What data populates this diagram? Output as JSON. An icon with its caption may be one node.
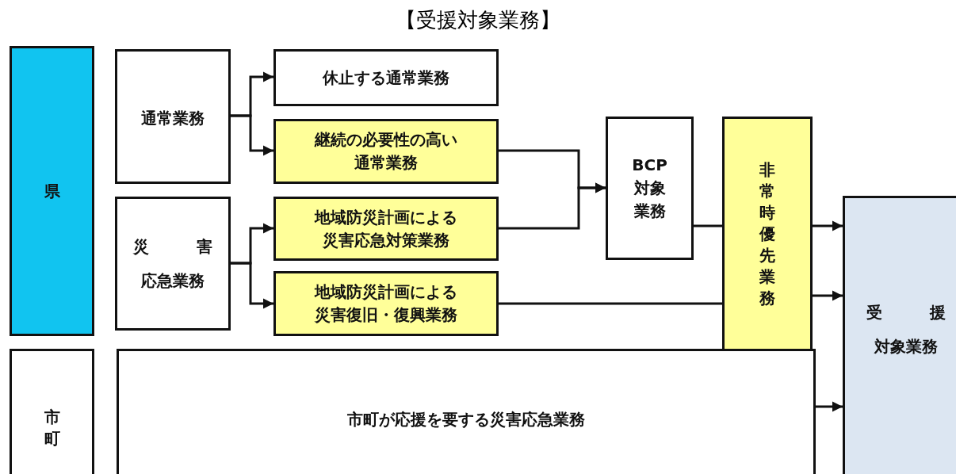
{
  "diagram": {
    "title": "【受援対象業務】",
    "nodes": [
      {
        "text": [
          "県"
        ]
      },
      {
        "text": [
          "通常業務"
        ]
      },
      {
        "text": [
          "災害応急業務"
        ]
      },
      {
        "text": [
          "休止する通常業務"
        ]
      },
      {
        "text": [
          "継続の必要性の高い通常業務"
        ]
      },
      {
        "text": [
          "地域防災計画による災害応急対策業務"
        ]
      },
      {
        "text": [
          "地域防災計画による災害復旧・復興業務"
        ]
      },
      {
        "text": [
          "BCP対象業務"
        ]
      },
      {
        "text": [
          "非常時優先業務"
        ]
      },
      {
        "text": [
          "受援対象業務"
        ]
      },
      {
        "text": [
          "市町"
        ]
      },
      {
        "text": [
          "市町が応援を要する災害応急業務"
        ]
      }
    ],
    "edges": [
      {
        "from": 1,
        "to": 3,
        "arrow": "to"
      },
      {
        "from": 1,
        "to": 4,
        "arrow": "to"
      },
      {
        "from": 2,
        "to": 5,
        "arrow": "to"
      },
      {
        "from": 2,
        "to": 6,
        "arrow": "to"
      },
      {
        "from": 4,
        "to": 7,
        "arrow": "to"
      },
      {
        "from": 5,
        "to": 7,
        "arrow": "to"
      },
      {
        "from": 7,
        "to": 8,
        "arrow": "none"
      },
      {
        "from": 6,
        "to": 8,
        "arrow": "none"
      },
      {
        "from": 8,
        "to": 9,
        "arrow": "to"
      },
      {
        "from": 8,
        "to": 9,
        "arrow": "to"
      },
      {
        "from": 11,
        "to": 9,
        "arrow": "to"
      }
    ]
  }
}
